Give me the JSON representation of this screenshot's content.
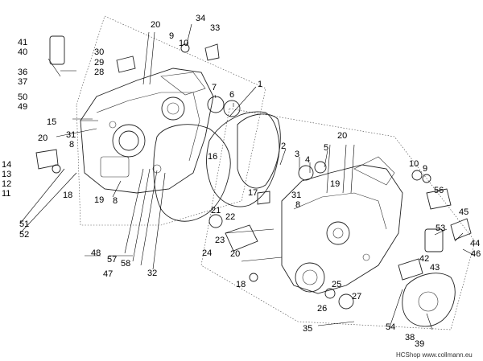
{
  "diagram": {
    "labels": {
      "p1": "1",
      "p2": "2",
      "p3": "3",
      "p4": "4",
      "p5": "5",
      "p6": "6",
      "p7": "7",
      "p8a": "8",
      "p8b": "8",
      "p8c": "8",
      "p9a": "9",
      "p9b": "9",
      "p10a": "10",
      "p10b": "10",
      "p11": "11",
      "p12": "12",
      "p13": "13",
      "p14": "14",
      "p15": "15",
      "p16": "16",
      "p17": "17",
      "p18a": "18",
      "p18b": "18",
      "p19a": "19",
      "p19b": "19",
      "p20a": "20",
      "p20b": "20",
      "p20c": "20",
      "p20d": "20",
      "p21": "21",
      "p22": "22",
      "p23": "23",
      "p24": "24",
      "p25": "25",
      "p26": "26",
      "p27": "27",
      "p28": "28",
      "p29": "29",
      "p30": "30",
      "p31a": "31",
      "p31b": "31",
      "p32": "32",
      "p33": "33",
      "p34": "34",
      "p35": "35",
      "p36": "36",
      "p37": "37",
      "p38": "38",
      "p39": "39",
      "p40": "40",
      "p41": "41",
      "p42": "42",
      "p43": "43",
      "p44": "44",
      "p45": "45",
      "p46": "46",
      "p47": "47",
      "p48": "48",
      "p49": "49",
      "p50": "50",
      "p51": "51",
      "p52": "52",
      "p53": "53",
      "p54": "54",
      "p56": "56",
      "p57": "57",
      "p58": "58"
    },
    "watermark": "HCShop www.collmann.eu"
  }
}
